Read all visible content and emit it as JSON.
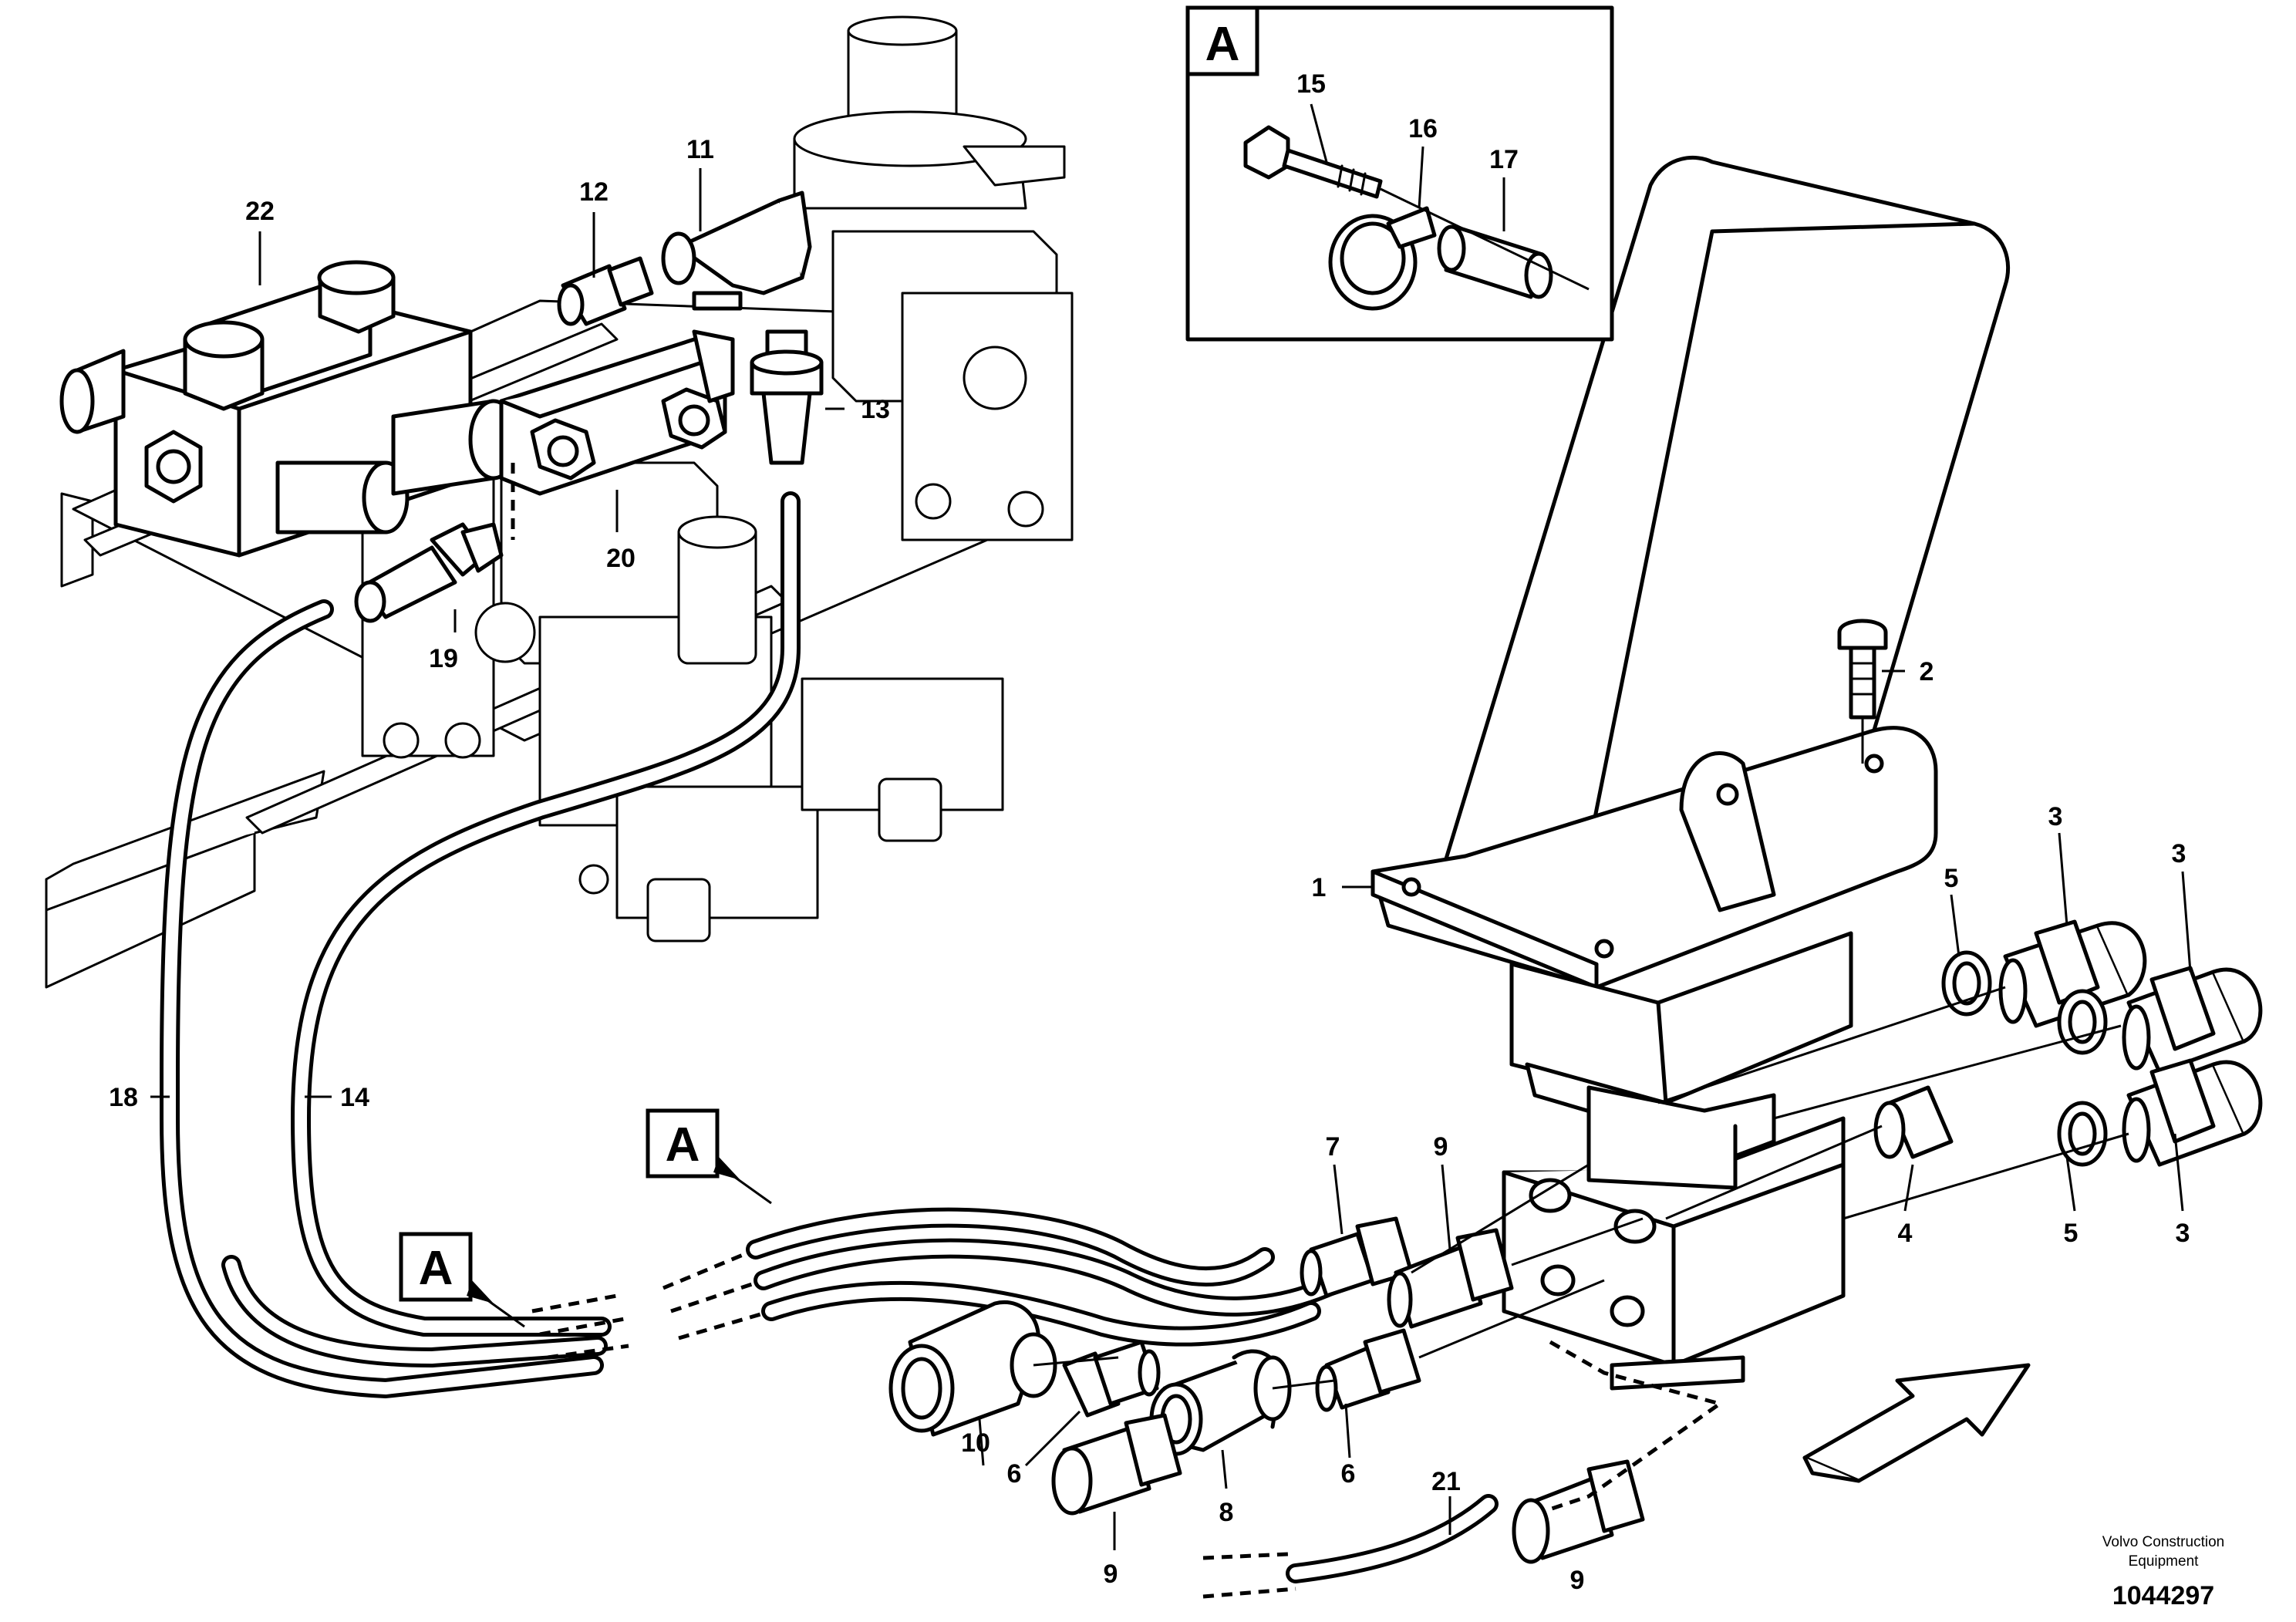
{
  "detail_view": {
    "letter": "A"
  },
  "callouts": {
    "c1": "1",
    "c2": "2",
    "c3a": "3",
    "c3b": "3",
    "c3c": "3",
    "c4": "4",
    "c5a": "5",
    "c5b": "5",
    "c6a": "6",
    "c6b": "6",
    "c7": "7",
    "c8": "8",
    "c9a": "9",
    "c9b": "9",
    "c9c": "9",
    "c10": "10",
    "c11": "11",
    "c12": "12",
    "c13": "13",
    "c14": "14",
    "c15": "15",
    "c16": "16",
    "c17": "17",
    "c18": "18",
    "c19": "19",
    "c20": "20",
    "c21": "21",
    "c22": "22"
  },
  "view_markers": {
    "m1": "A",
    "m2": "A"
  },
  "footer": {
    "brand_line1": "Volvo Construction",
    "brand_line2": "Equipment",
    "drawing_number": "1044297"
  }
}
